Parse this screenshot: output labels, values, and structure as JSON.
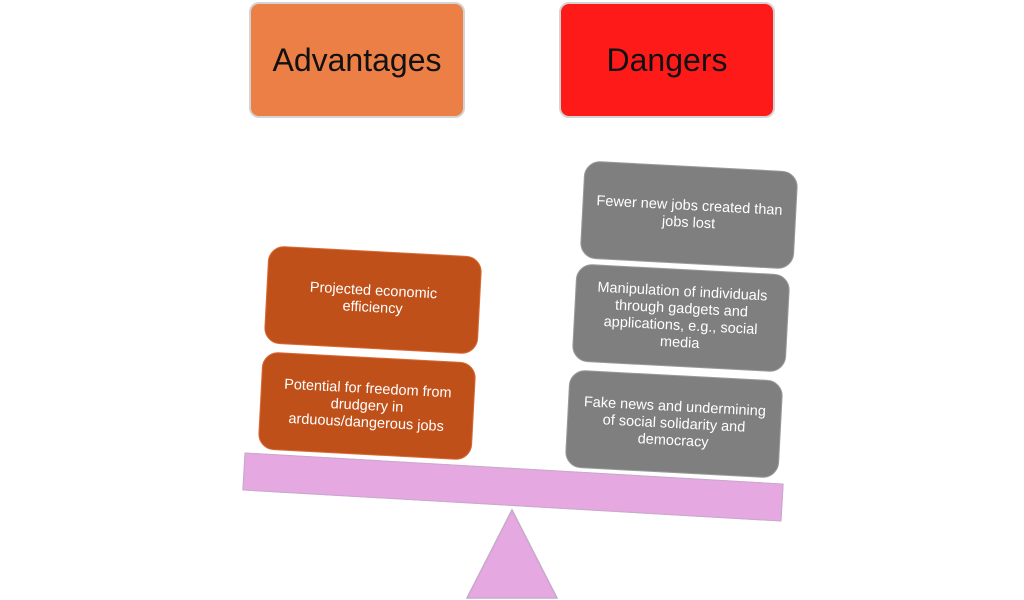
{
  "headers": {
    "advantages": "Advantages",
    "dangers": "Dangers"
  },
  "advantages": [
    "Projected economic efficiency",
    "Potential for freedom from drudgery in arduous/dangerous jobs"
  ],
  "dangers": [
    "Fewer new jobs created than jobs lost",
    "Manipulation of individuals through gadgets and applications, e.g., social media",
    "Fake news and undermining of social solidarity and democracy"
  ],
  "colors": {
    "advantages_header": "#ec7f45",
    "dangers_header": "#ff1a1a",
    "advantage_card": "#c0501a",
    "danger_card": "#7f7f7f",
    "scale": "#e6a8e0"
  }
}
